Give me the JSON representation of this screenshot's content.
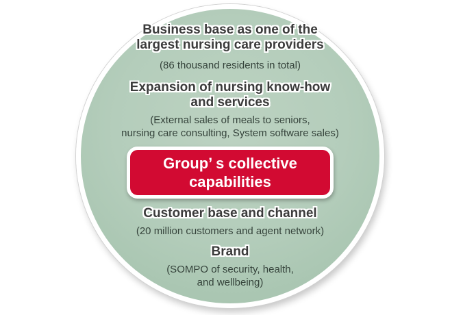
{
  "colors": {
    "page_background": "#ffffff",
    "circle_green_center": "#bcd2c1",
    "circle_green_edge": "#a3c0ab",
    "circle_border": "#ffffff",
    "accent_red": "#d20a32",
    "heading_text": "#3b3b3b",
    "sub_text": "#35433b",
    "center_box_text": "#ffffff"
  },
  "diagram": {
    "center_box": {
      "label": "Group’ s collective\ncapabilities"
    },
    "sections": [
      {
        "id": "business-base",
        "heading": "Business base as one of the\nlargest nursing care providers",
        "detail": "(86 thousand residents in total)"
      },
      {
        "id": "nursing-know-how",
        "heading": "Expansion of nursing know-how\nand services",
        "detail": "(External sales of meals to seniors,\nnursing care consulting, System software sales)"
      },
      {
        "id": "customer-base",
        "heading": "Customer base and channel",
        "detail": "(20 million customers and agent network)"
      },
      {
        "id": "brand",
        "heading": "Brand",
        "detail": "(SOMPO of security, health,\nand wellbeing)"
      }
    ]
  }
}
